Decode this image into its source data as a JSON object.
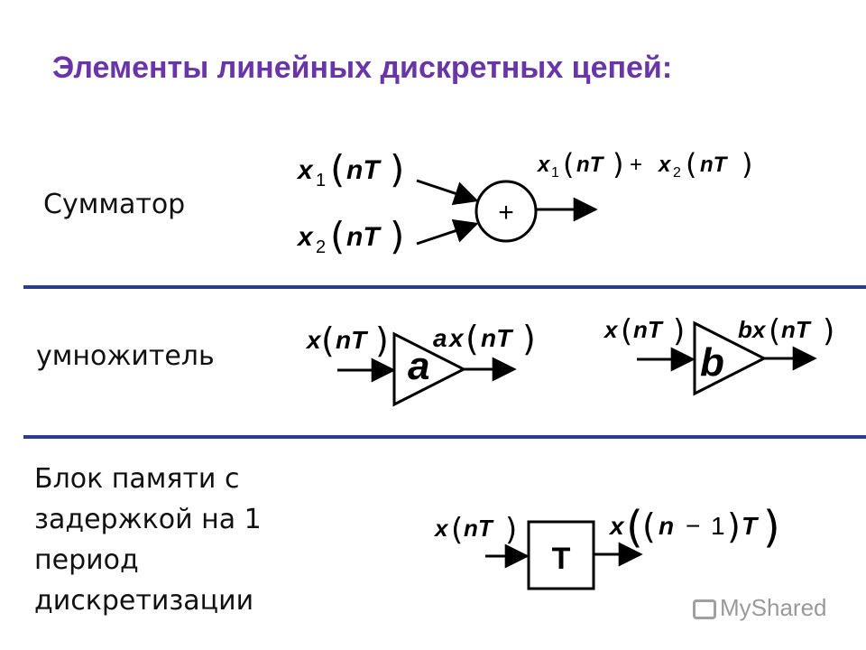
{
  "title": "Элементы линейных дискретных цепей:",
  "rows": {
    "adder": {
      "label": "Сумматор",
      "op": "+"
    },
    "multiplier": {
      "label": "умножитель",
      "coef_a": "a",
      "coef_b": "b"
    },
    "delay": {
      "label_lines": [
        "Блок памяти с",
        "задержкой на 1",
        "период",
        "дискретизации"
      ],
      "block": "T"
    }
  },
  "math": {
    "x": "x",
    "nT": "nT",
    "T": "T",
    "n": "n",
    "minus": "−",
    "one": "1",
    "plus": "+",
    "sub1": "1",
    "sub2": "2",
    "a": "a",
    "b": "b",
    "lp": "(",
    "rp": ")"
  },
  "colors": {
    "title": "#6a35a8",
    "divider": "#2a3d8c"
  },
  "watermark": "MyShared"
}
